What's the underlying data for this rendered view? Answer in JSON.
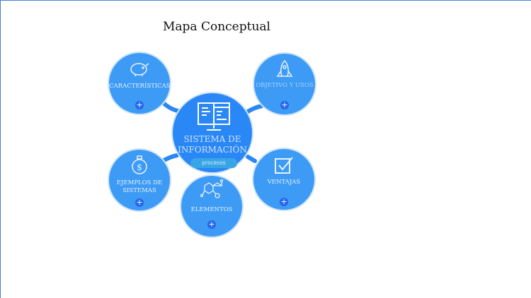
{
  "title": "Mapa Conceptual",
  "center": {
    "label_line1": "SISTEMA DE",
    "label_line2": "INFORMACIÓN",
    "tag": "procesos",
    "icon": "monitor-icon"
  },
  "nodes": [
    {
      "label": "CARACTERÍSTICAS",
      "icon": "piggy-bank-icon",
      "plus": "+"
    },
    {
      "label": "OBJETIVO Y USOS",
      "icon": "rocket-icon",
      "plus": "+"
    },
    {
      "label": "EJEMPLOS DE SISTEMAS",
      "icon": "money-bag-icon",
      "plus": "+"
    },
    {
      "label": "ELEMENTOS",
      "icon": "molecule-icon",
      "plus": "+"
    },
    {
      "label": "VENTAJAS",
      "icon": "checkbox-icon",
      "plus": "+"
    }
  ],
  "colors": {
    "node": "#3d9bf6",
    "center": "#2a87f6",
    "plus": "#2667ea",
    "tag": "#39a5e6"
  }
}
